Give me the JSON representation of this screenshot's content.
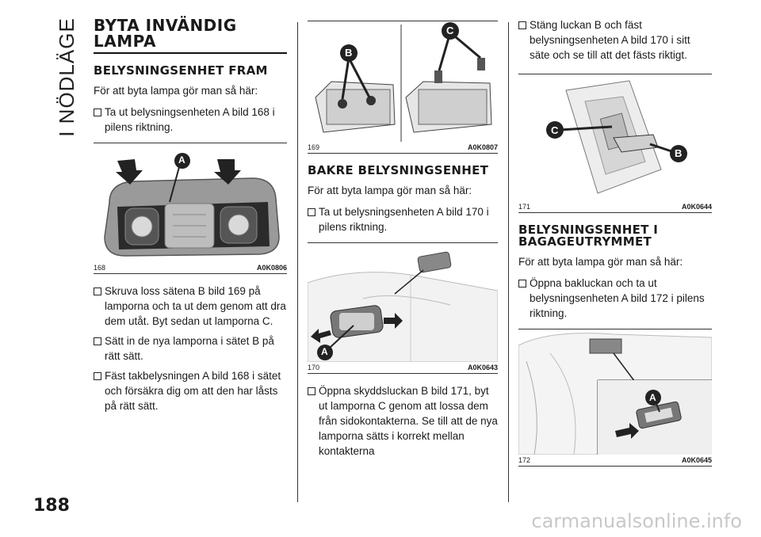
{
  "side_label": "I NÖDLÄGE",
  "page_number": "188",
  "watermark": "carmanualsonline.info",
  "col1": {
    "title": "BYTA INVÄNDIG LAMPA",
    "subtitle": "BELYSNINGSENHET FRAM",
    "intro": "För att byta lampa gör man så här:",
    "bullets_a": [
      "Ta ut belysningsenheten A bild 168 i pilens riktning."
    ],
    "figure": {
      "number": "168",
      "code": "A0K0806",
      "labels": [
        "A"
      ]
    },
    "bullets_b": [
      "Skruva loss sätena B bild 169 på lamporna och ta ut dem genom att dra dem utåt. Byt sedan ut lamporna C.",
      "Sätt in de nya lamporna i sätet B på rätt sätt.",
      "Fäst takbelysningen A bild 168 i sätet och försäkra dig om att den har låsts på rätt sätt."
    ]
  },
  "col2": {
    "figure1": {
      "number": "169",
      "code": "A0K0807",
      "labels": [
        "B",
        "C"
      ]
    },
    "subtitle": "BAKRE BELYSNINGSENHET",
    "intro": "För att byta lampa gör man så här:",
    "bullets_a": [
      "Ta ut belysningsenheten A bild 170 i pilens riktning."
    ],
    "figure2": {
      "number": "170",
      "code": "A0K0643",
      "labels": [
        "A"
      ]
    },
    "bullets_b": [
      "Öppna skyddsluckan B bild 171, byt ut lamporna C genom att lossa dem från sidokontakterna. Se till att de nya lamporna sätts i korrekt mellan kontakterna"
    ]
  },
  "col3": {
    "bullets_a": [
      "Stäng luckan B och fäst belysningsenheten A bild 170 i sitt säte och se till att det fästs riktigt."
    ],
    "figure1": {
      "number": "171",
      "code": "A0K0644",
      "labels": [
        "C",
        "B"
      ]
    },
    "subtitle": "BELYSNINGSENHET I BAGAGEUTRYMMET",
    "intro": "För att byta lampa gör man så här:",
    "bullets_b": [
      "Öppna bakluckan och ta ut belysningsenheten A bild 172 i pilens riktning."
    ],
    "figure2": {
      "number": "172",
      "code": "A0K0645",
      "labels": [
        "A"
      ]
    }
  }
}
